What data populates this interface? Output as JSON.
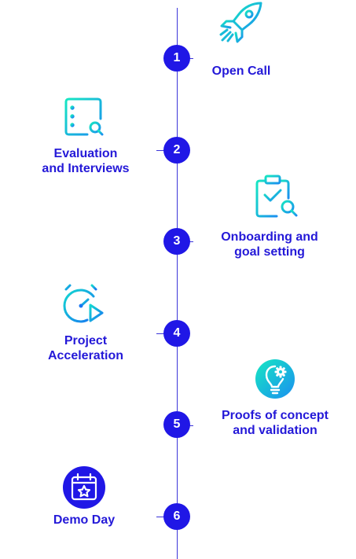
{
  "steps": [
    {
      "number": "1",
      "line1": "Open Call",
      "line2": "",
      "icon": "rocket-icon"
    },
    {
      "number": "2",
      "line1": "Evaluation",
      "line2": "and Interviews",
      "icon": "document-search-icon"
    },
    {
      "number": "3",
      "line1": "Onboarding and",
      "line2": "goal setting",
      "icon": "clipboard-check-search-icon"
    },
    {
      "number": "4",
      "line1": "Project",
      "line2": "Acceleration",
      "icon": "stopwatch-play-icon"
    },
    {
      "number": "5",
      "line1": "Proofs of concept",
      "line2": "and validation",
      "icon": "lightbulb-gear-icon"
    },
    {
      "number": "6",
      "line1": "Demo Day",
      "line2": "",
      "icon": "calendar-star-icon"
    }
  ],
  "colors": {
    "primary": "#2017e6",
    "gradient_start": "#16e7c2",
    "gradient_end": "#1a9df0"
  }
}
